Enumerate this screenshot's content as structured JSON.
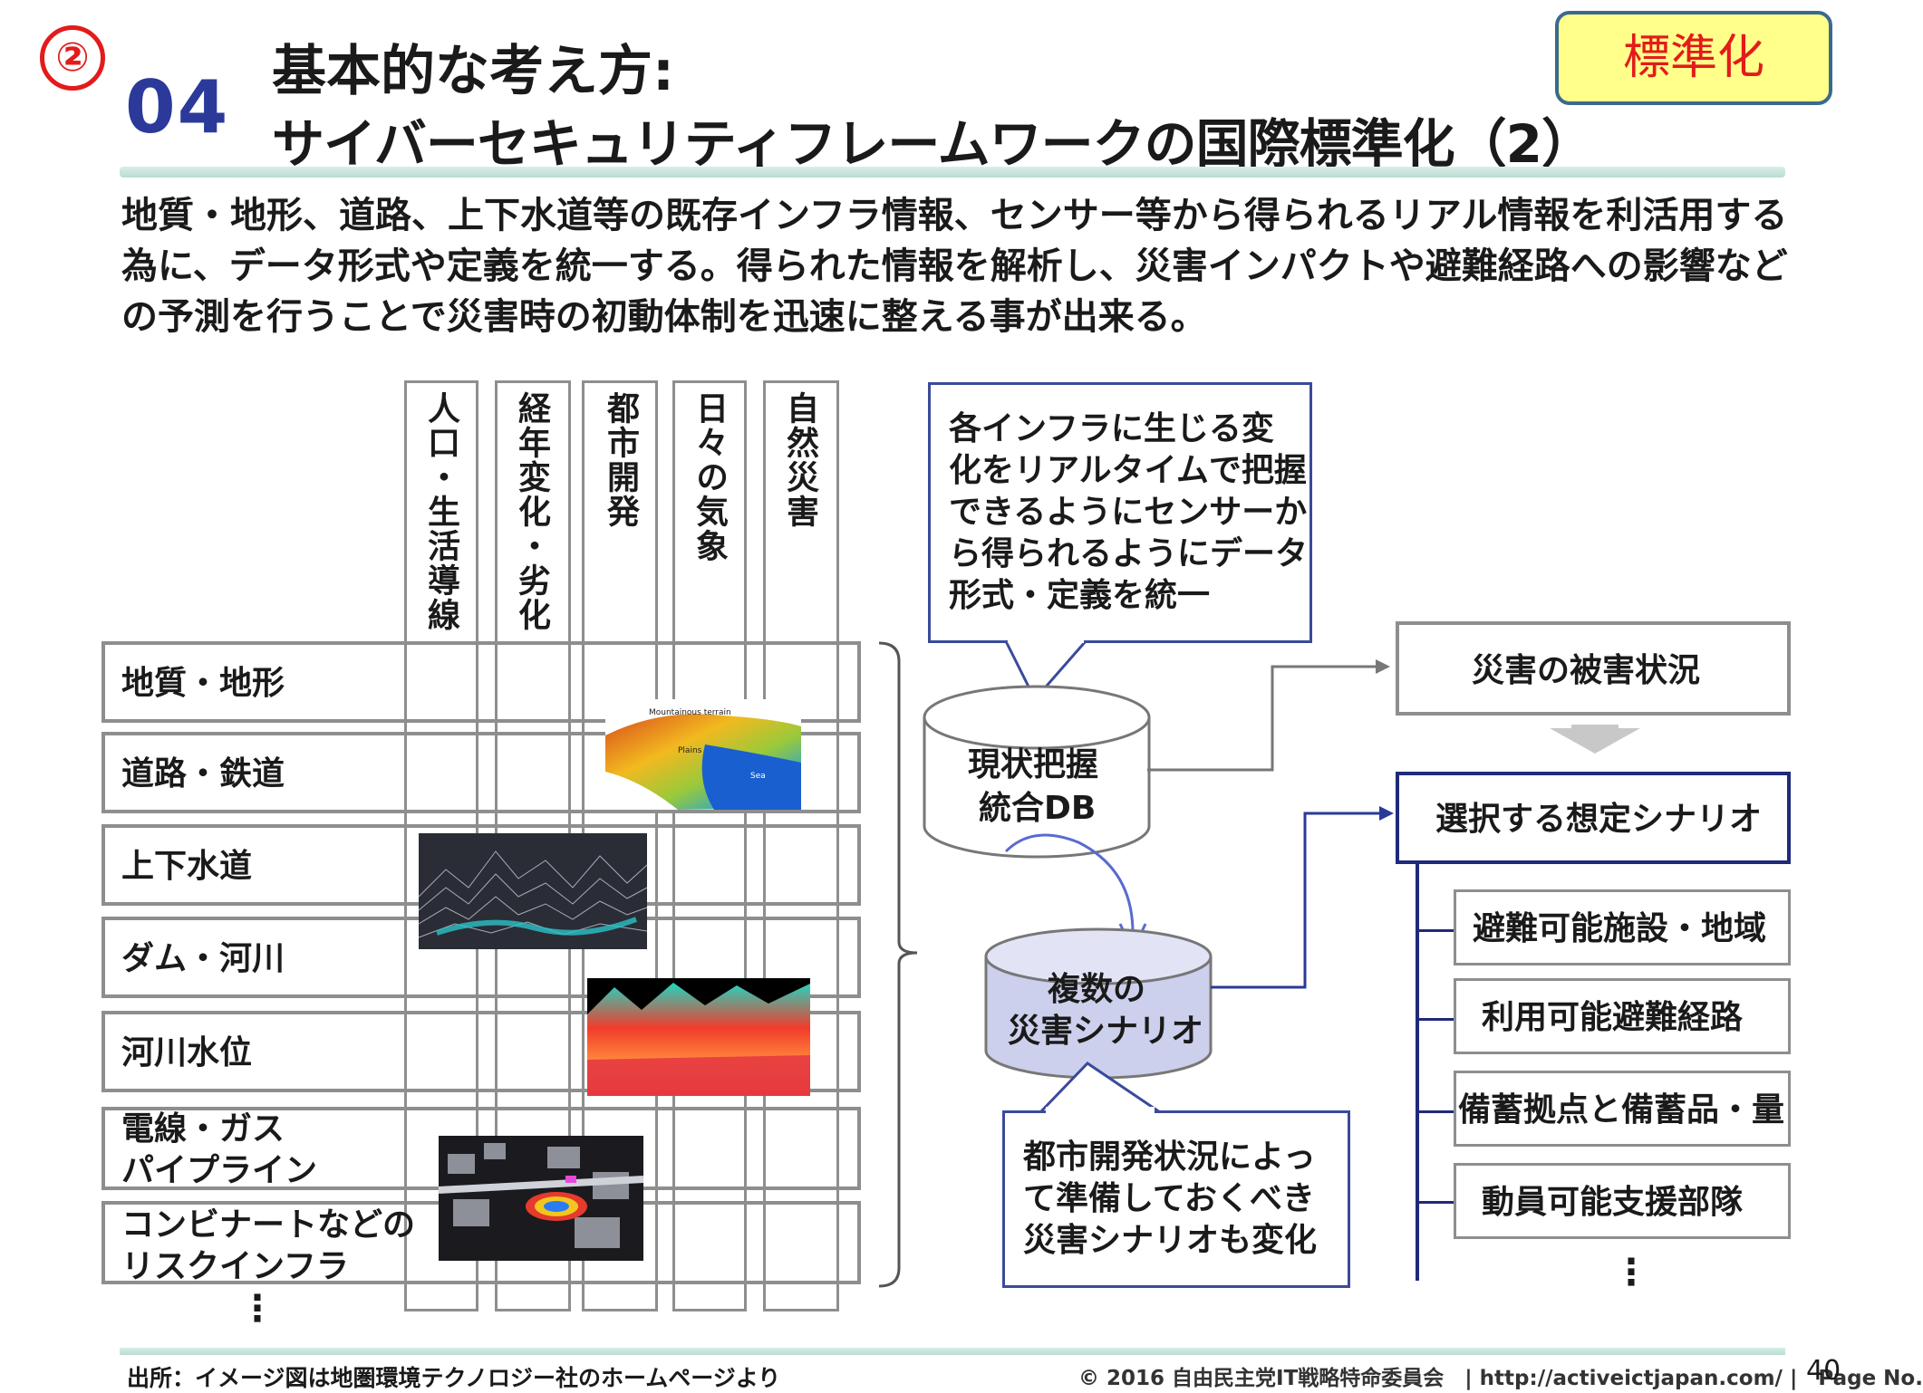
{
  "header": {
    "circle_number": "②",
    "section_number": "04",
    "title_line1": "基本的な考え方:",
    "title_line2": "サイバーセキュリティフレームワークの国際標準化（2）",
    "badge": "標準化"
  },
  "intro_lines": [
    "地質・地形、道路、上下水道等の既存インフラ情報、センサー等から得られるリアル情報を利活用する",
    "為に、データ形式や定義を統一する。得られた情報を解析し、災害インパクトや避難経路への影響など",
    "の予測を行うことで災害時の初動体制を迅速に整える事が出来る。"
  ],
  "matrix": {
    "columns": [
      "人口・生活導線",
      "経年変化・劣化",
      "都市開発",
      "日々の気象",
      "自然災害"
    ],
    "rows": [
      [
        "地質・地形"
      ],
      [
        "道路・鉄道"
      ],
      [
        "上下水道"
      ],
      [
        "ダム・河川"
      ],
      [
        "河川水位"
      ],
      [
        "電線・ガス",
        "パイプライン"
      ],
      [
        "コンビナートなどの",
        "リスクインフラ"
      ]
    ],
    "more": "⋮"
  },
  "terrain_labels": {
    "mountain": "Mountainous terrain",
    "plains": "Plains",
    "sea": "Sea"
  },
  "callouts": {
    "sensor": [
      "各インフラに生じる変",
      "化をリアルタイムで把握",
      "できるようにセンサーか",
      "ら得られるようにデータ",
      "形式・定義を統一"
    ],
    "urban": [
      "都市開発状況によっ",
      "て準備しておくべき",
      "災害シナリオも変化"
    ]
  },
  "databases": {
    "current": [
      "現状把握",
      "統合DB"
    ],
    "scenarios": [
      "複数の",
      "災害シナリオ"
    ]
  },
  "outputs": {
    "damage": "災害の被害状況",
    "selected": "選択する想定シナリオ",
    "items": [
      "避難可能施設・地域",
      "利用可能避難経路",
      "備蓄拠点と備蓄品・量",
      "動員可能支援部隊"
    ],
    "more": "⋮"
  },
  "footer": {
    "source": "出所：イメージ図は地圏環境テクノロジー社のホームページより",
    "copyright": "© 2016 自由民主党IT戦略特命委員会　| http://activeictjapan.com/ |　Page No.",
    "page": "40"
  },
  "colors": {
    "accent_red": "#e31b1b",
    "section_blue": "#2b3a9a",
    "scenario_navy": "#1f2a7a",
    "db_lavender": "#cdd0ec"
  }
}
